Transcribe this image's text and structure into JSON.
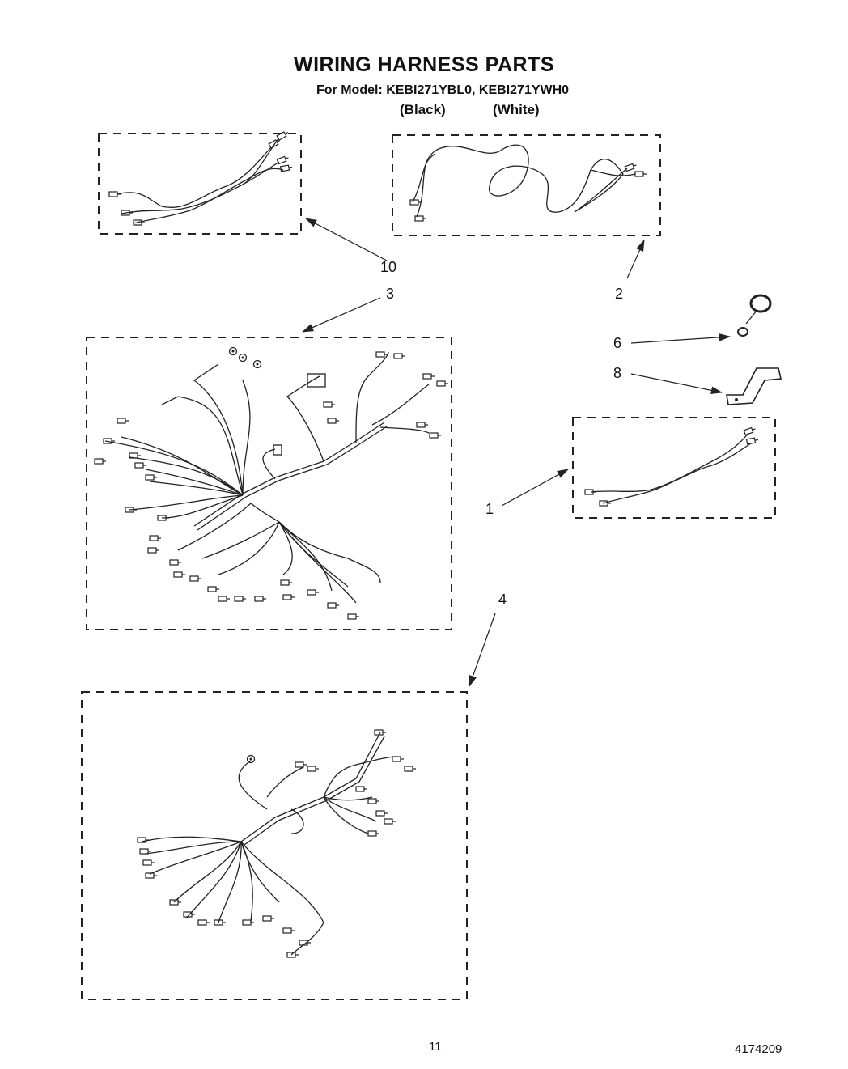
{
  "header": {
    "title": "WIRING HARNESS PARTS",
    "model_line": "For Model: KEBI271YBL0, KEBI271YWH0",
    "variant_black": "(Black)",
    "variant_white": "(White)"
  },
  "callouts": {
    "c10": "10",
    "c2": "2",
    "c3": "3",
    "c6": "6",
    "c8": "8",
    "c1": "1",
    "c4": "4"
  },
  "footer": {
    "page_number": "11",
    "document_number": "4174209"
  }
}
